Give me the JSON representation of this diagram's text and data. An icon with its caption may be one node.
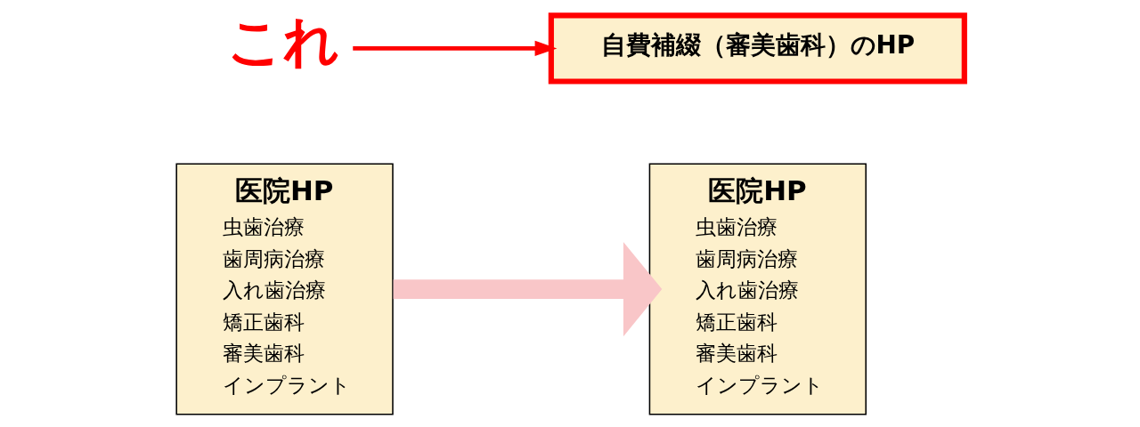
{
  "diagram": {
    "nodes": [
      {
        "text": [
          "医院HP",
          "虫歯治療",
          "歯周病治療",
          "入れ歯治療",
          "矯正歯科",
          "審美歯科",
          "インプラント"
        ]
      },
      {
        "text": [
          "医院HP",
          "虫歯治療",
          "歯周病治療",
          "入れ歯治療",
          "矯正歯科",
          "審美歯科",
          "インプラント"
        ]
      },
      {
        "text": [
          "自費補綴（審美歯科）のHP"
        ]
      },
      {
        "text": [
          "これ"
        ]
      }
    ],
    "edges": [
      {
        "from": 0,
        "to": 1,
        "arrow": "to",
        "style": "thick",
        "color": "#f9c6c8"
      },
      {
        "from": 3,
        "to": 2,
        "arrow": "to",
        "color": "#ff0000"
      }
    ]
  }
}
